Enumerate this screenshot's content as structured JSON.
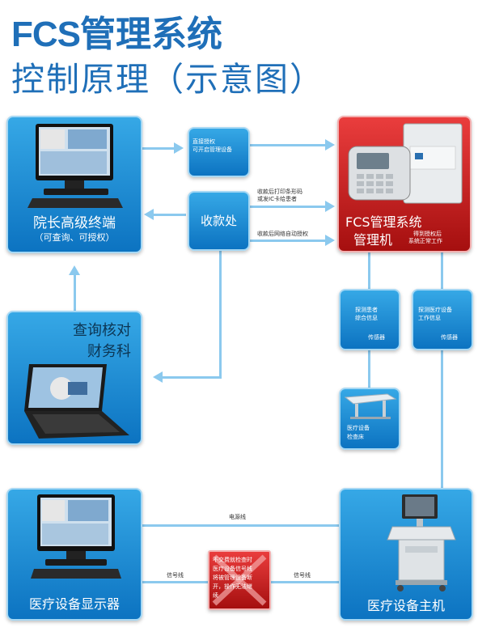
{
  "title": {
    "line1_latin": "FCS",
    "line1_cn": "管理系统",
    "line2": "控制原理（示意图）"
  },
  "nodes": {
    "director": {
      "name": "院长高级终端",
      "sub": "（可查询、可授权）"
    },
    "direct_auth": {
      "line1": "直接授权",
      "line2": "可开启管理设备"
    },
    "cashier": {
      "name": "收款处"
    },
    "fcs": {
      "name_line1": "FCS管理系统",
      "name_line2": "管理机",
      "note_line1": "得到授权后",
      "note_line2": "系统正常工作"
    },
    "finance": {
      "line1": "查询核对",
      "line2": "财务科"
    },
    "sensor_patient": {
      "line1": "探测患者",
      "line2": "综合信息",
      "line3": "传感器"
    },
    "sensor_device": {
      "line1": "探测医疗设备",
      "line2": "工作信息",
      "line3": "传感器"
    },
    "bed": {
      "line1": "医疗设备",
      "line2": "检查床"
    },
    "display": {
      "name": "医疗设备显示器"
    },
    "host": {
      "name": "医疗设备主机"
    },
    "warning": {
      "line1": "不交费就检查时",
      "line2": "医疗设备信号线",
      "line3": "将被管理设备断",
      "line4": "开，操作无法继",
      "line5": "续"
    }
  },
  "edges": {
    "cashier_to_fcs_top_line1": "收款后打印条形码",
    "cashier_to_fcs_top_line2": "或发IC卡给患者",
    "cashier_to_fcs_bottom": "收款后网络自动授权",
    "power_line": "电源线",
    "signal_left": "信号线",
    "signal_right": "信号线"
  },
  "colors": {
    "title": "#1f6fb8",
    "box_blue": "#1a8ad6",
    "box_red": "#c41e1e",
    "connector": "#8bc9ee"
  }
}
